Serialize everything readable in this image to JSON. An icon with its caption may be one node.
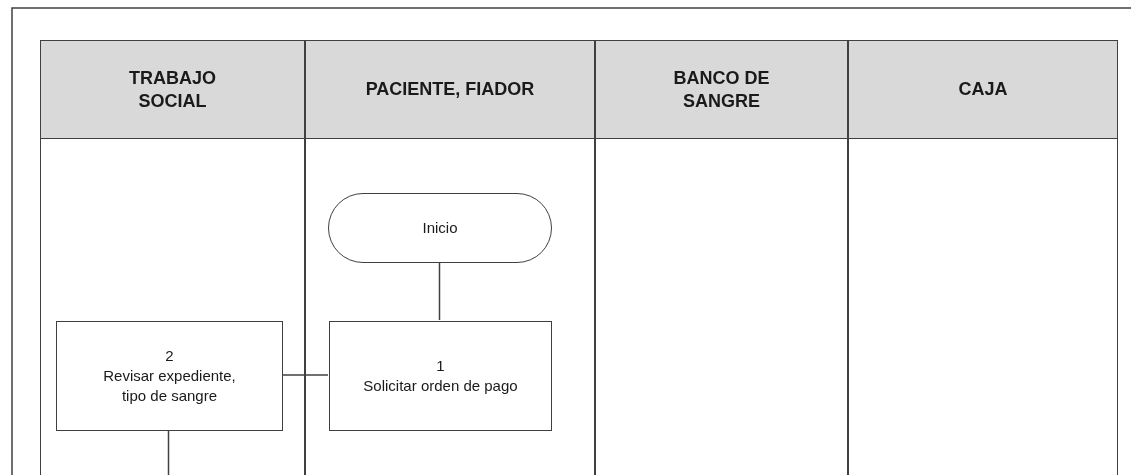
{
  "diagram": {
    "nodes": [
      {
        "text": [
          "TRABAJO SOCIAL"
        ]
      },
      {
        "text": [
          "PACIENTE, FIADOR"
        ]
      },
      {
        "text": [
          "BANCO DE SANGRE"
        ]
      },
      {
        "text": [
          "CAJA"
        ]
      },
      {
        "text": [
          "Inicio"
        ],
        "in": 1
      },
      {
        "text": [
          "1",
          "Solicitar orden de pago"
        ],
        "in": 1
      },
      {
        "text": [
          "2",
          "Revisar expediente, tipo de sangre"
        ],
        "in": 0
      }
    ],
    "edges": [
      {
        "from": 4,
        "to": 5,
        "arrow": "none"
      },
      {
        "from": 5,
        "to": 6,
        "arrow": "none"
      },
      {
        "from": 6,
        "to": null,
        "arrow": "none"
      }
    ]
  }
}
